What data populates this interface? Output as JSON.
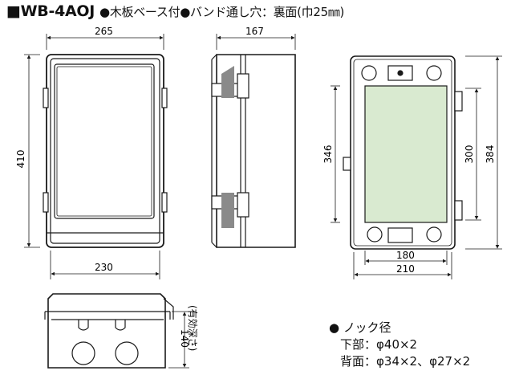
{
  "title": {
    "model": "■WB-4AOJ",
    "spec": "●木板ベース付●バンド通し穴：裏面(巾25㎜)"
  },
  "dimensions": {
    "front_width_top": "265",
    "front_height": "410",
    "front_width_bottom": "230",
    "side_depth": "167",
    "back_height_outer": "346",
    "back_height_inner": "300",
    "back_height_right": "384",
    "back_width_inner": "180",
    "back_width_outer": "210",
    "bottom_depth": "140",
    "bottom_depth_note": "(有効深さ)"
  },
  "notes": {
    "heading": "● ノック径",
    "lower": "下部：φ40×2",
    "back": "背面：φ34×2、φ27×2"
  },
  "colors": {
    "line": "#1a1a1a",
    "board_fill": "#d9ead0",
    "gray_fill": "#8a8a8a"
  }
}
